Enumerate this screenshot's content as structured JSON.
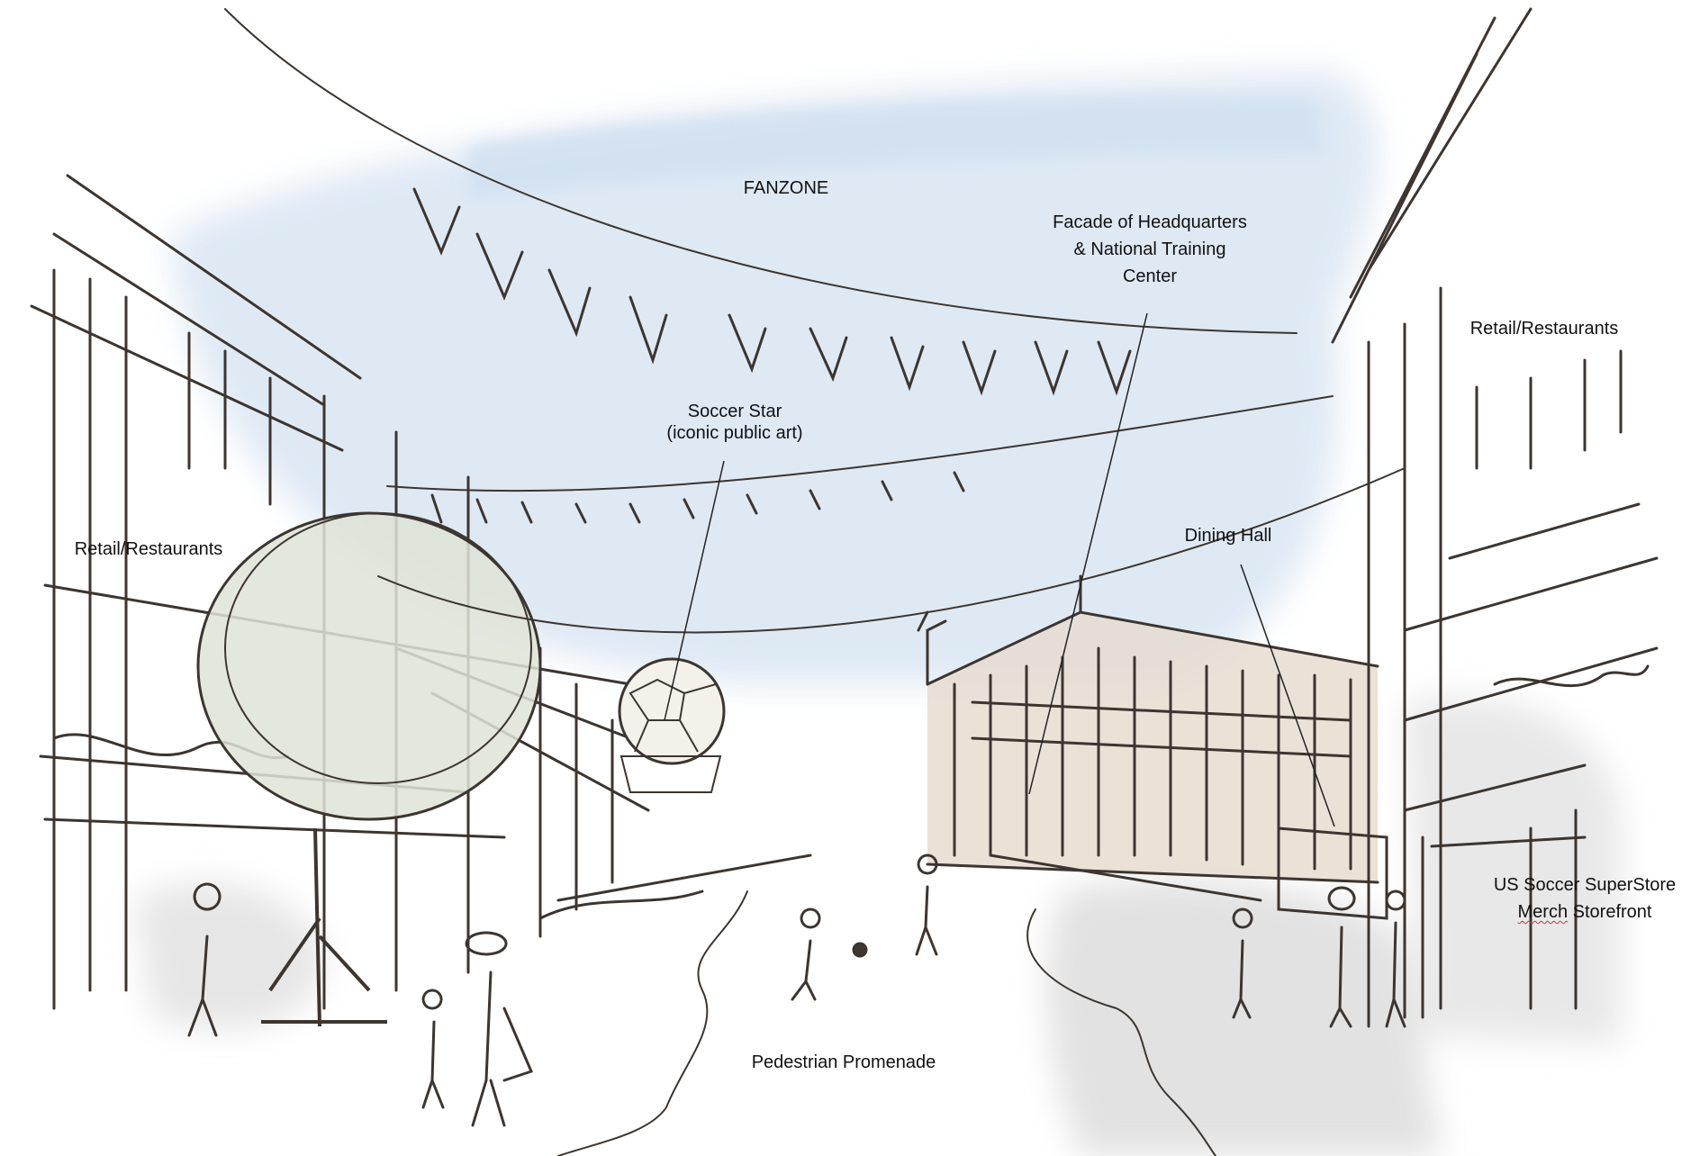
{
  "labels": {
    "fanzone": "FANZONE",
    "facade_line1": "Facade of Headquarters",
    "facade_line2": "& National Training",
    "facade_line3": "Center",
    "retail_right": "Retail/Restaurants",
    "retail_left": "Retail/Restaurants",
    "soccer_star_line1": "Soccer Star",
    "soccer_star_line2": "(iconic public art)",
    "dining_hall": "Dining Hall",
    "superstore_line1": "US Soccer SuperStore",
    "superstore_word1": "Merch",
    "superstore_word2": "Storefront",
    "promenade": "Pedestrian Promenade"
  },
  "colors": {
    "sky_wash": "#dde8f4",
    "sketch_ink": "#3c3530",
    "tree_wash": "#dfe3d6",
    "stone_wash": "#e6dcd0",
    "shadow_wash": "#e3e3e3",
    "leader_line": "#222222"
  }
}
